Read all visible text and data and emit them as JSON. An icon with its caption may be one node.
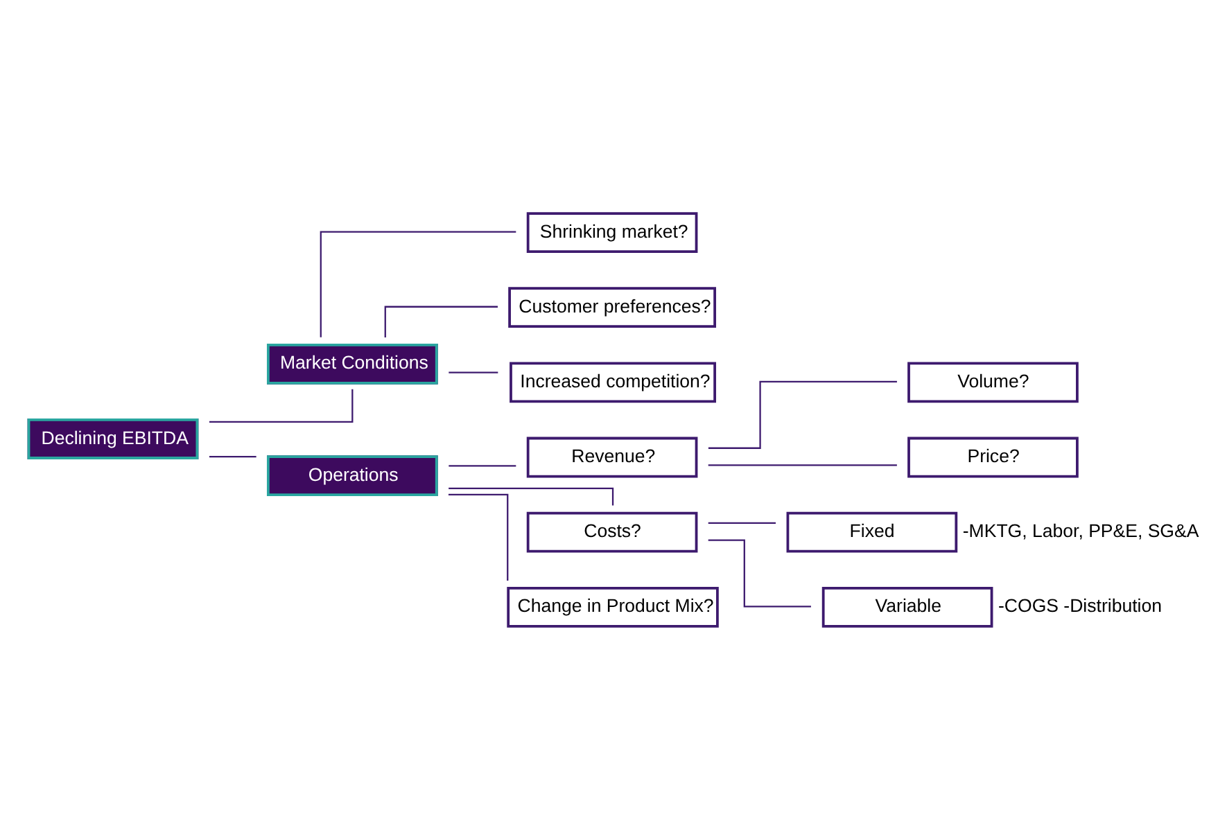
{
  "diagram": {
    "nodes": [
      {
        "text": [
          "Declining EBITDA"
        ]
      },
      {
        "text": [
          "Market Conditions"
        ]
      },
      {
        "text": [
          "Shrinking market?"
        ]
      },
      {
        "text": [
          "Customer preferences?"
        ]
      },
      {
        "text": [
          "Increased competition?"
        ]
      },
      {
        "text": [
          "Operations"
        ]
      },
      {
        "text": [
          "Revenue?"
        ]
      },
      {
        "text": [
          "Volume?"
        ]
      },
      {
        "text": [
          "Price?"
        ]
      },
      {
        "text": [
          "Costs?"
        ]
      },
      {
        "text": [
          "Fixed"
        ],
        "beside": [
          "-MKTG, Labor, PP&E, SG&A"
        ]
      },
      {
        "text": [
          "Variable"
        ],
        "beside": [
          "-COGS -Distribution"
        ]
      },
      {
        "text": [
          "Change in Product Mix?"
        ]
      }
    ],
    "edges": [
      {
        "from": 0,
        "to": 1,
        "arrow": "none"
      },
      {
        "from": 0,
        "to": 5,
        "arrow": "none"
      },
      {
        "from": 1,
        "to": 2,
        "arrow": "none"
      },
      {
        "from": 1,
        "to": 3,
        "arrow": "none"
      },
      {
        "from": 1,
        "to": 4,
        "arrow": "none"
      },
      {
        "from": 5,
        "to": 6,
        "arrow": "none"
      },
      {
        "from": 5,
        "to": 9,
        "arrow": "none"
      },
      {
        "from": 5,
        "to": 12,
        "arrow": "none"
      },
      {
        "from": 6,
        "to": 7,
        "arrow": "none"
      },
      {
        "from": 6,
        "to": 8,
        "arrow": "none"
      },
      {
        "from": 9,
        "to": 10,
        "arrow": "none"
      },
      {
        "from": 9,
        "to": 11,
        "arrow": "none"
      }
    ]
  }
}
